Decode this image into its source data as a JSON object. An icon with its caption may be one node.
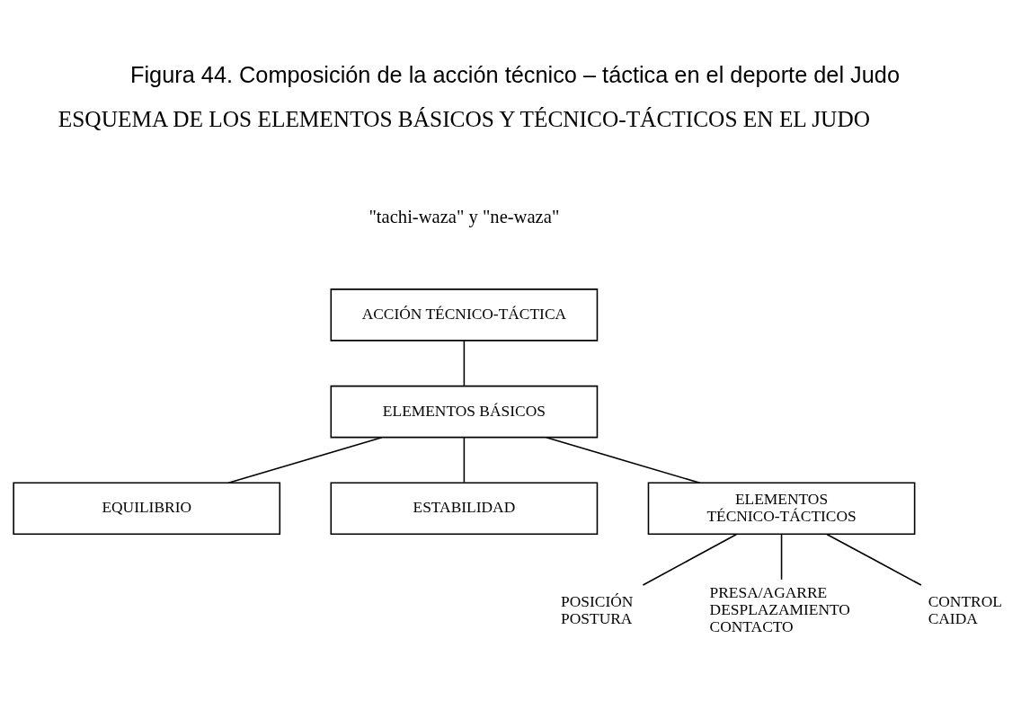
{
  "diagram": {
    "title": "Figura 44. Composición de la acción técnico – táctica en el deporte del Judo",
    "nodes": [
      {
        "text": [
          "ACCIÓN TÉCNICO-TÁCTICA"
        ]
      },
      {
        "text": [
          "ELEMENTOS BÁSICOS"
        ]
      },
      {
        "text": [
          "EQUILIBRIO"
        ]
      },
      {
        "text": [
          "ESTABILIDAD"
        ]
      },
      {
        "text": [
          "ELEMENTOS TÉCNICO-TÁCTICOS"
        ]
      },
      {
        "text": [
          "POSICIÓN POSTURA"
        ]
      },
      {
        "text": [
          "PRESA/AGARRE DESPLAZAMIENTO CONTACTO"
        ]
      },
      {
        "text": [
          "CONTROL CAIDA"
        ]
      }
    ],
    "edges": [
      {
        "from": 0,
        "to": 1,
        "arrow": "none"
      },
      {
        "from": 1,
        "to": 2,
        "arrow": "none"
      },
      {
        "from": 1,
        "to": 3,
        "arrow": "none"
      },
      {
        "from": 1,
        "to": 4,
        "arrow": "none"
      },
      {
        "from": 4,
        "to": 5,
        "arrow": "none"
      },
      {
        "from": 4,
        "to": 6,
        "arrow": "none"
      },
      {
        "from": 4,
        "to": 7,
        "arrow": "none"
      }
    ],
    "labels": [
      "ESQUEMA DE LOS ELEMENTOS BÁSICOS Y TÉCNICO-TÁCTICOS EN EL JUDO",
      "\"tachi-waza\" y \"ne-waza\""
    ]
  }
}
